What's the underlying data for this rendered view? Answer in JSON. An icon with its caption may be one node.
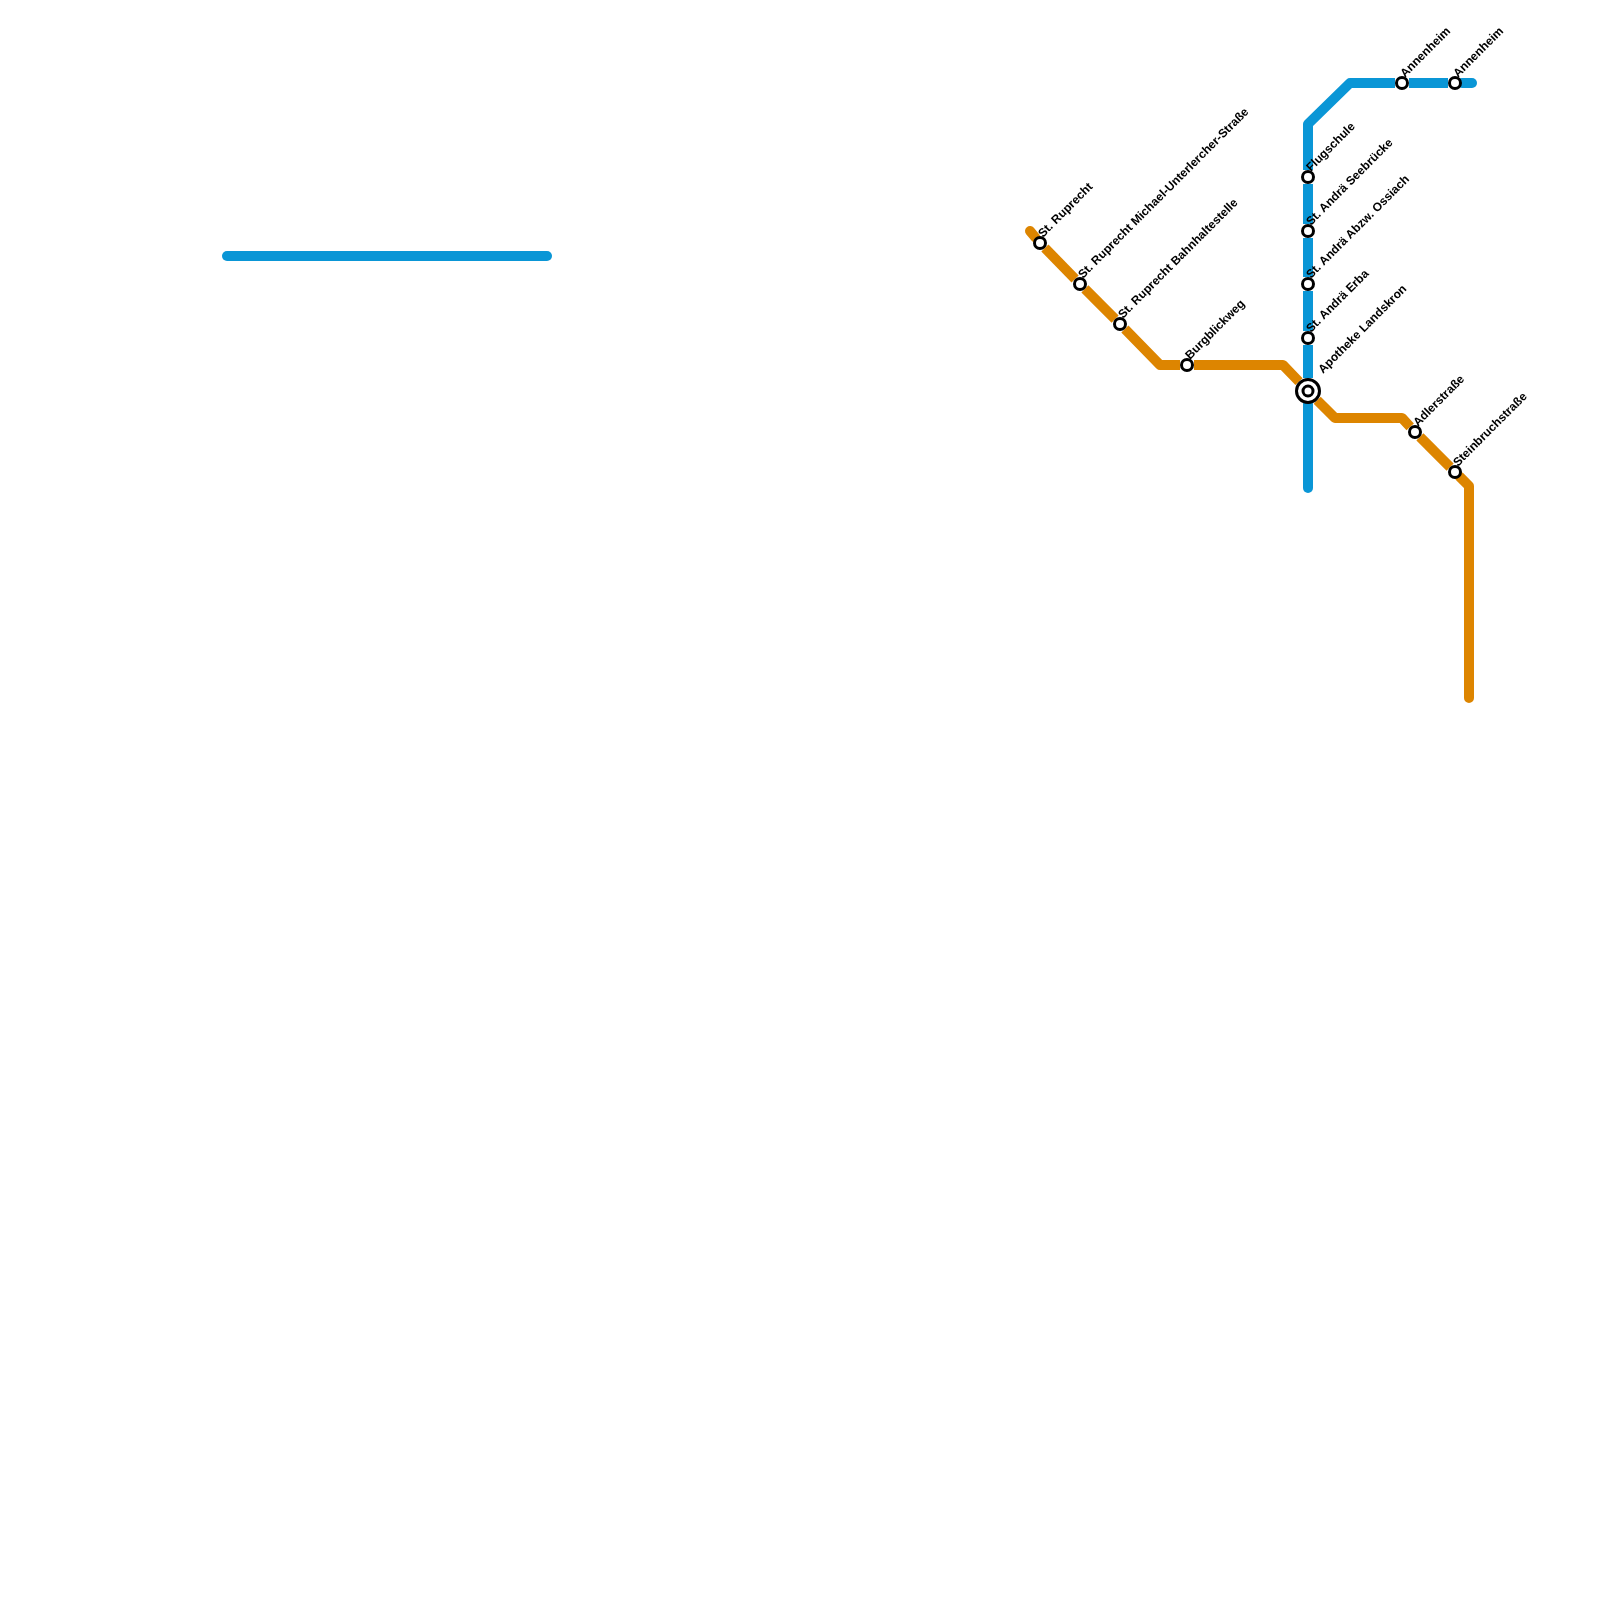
{
  "diagram": {
    "nodes": [
      {
        "text": [
          "St. Ruprecht"
        ]
      },
      {
        "text": [
          "St. Ruprecht Michael-Unterlercher-Straße"
        ]
      },
      {
        "text": [
          "St. Ruprecht Bahnhaltestelle"
        ]
      },
      {
        "text": [
          "Burgblickweg"
        ]
      },
      {
        "text": [
          "Apotheke Landskron"
        ]
      },
      {
        "text": [
          "Adlerstraße"
        ]
      },
      {
        "text": [
          "Steinbruchstraße"
        ]
      },
      {
        "text": [
          "St. Andrä Erba"
        ]
      },
      {
        "text": [
          "St. Andrä Abzw. Ossiach"
        ]
      },
      {
        "text": [
          "St. Andrä Seebrücke"
        ]
      },
      {
        "text": [
          "Flugschule"
        ]
      },
      {
        "text": [
          "Annenheim"
        ]
      },
      {
        "text": [
          "Annenheim"
        ]
      }
    ],
    "edges": [
      {
        "from": null,
        "to": 0,
        "arrow": "none",
        "color": "#dd8500"
      },
      {
        "from": 0,
        "to": 1,
        "arrow": "none",
        "color": "#dd8500"
      },
      {
        "from": 1,
        "to": 2,
        "arrow": "none",
        "color": "#dd8500"
      },
      {
        "from": 2,
        "to": 3,
        "arrow": "none",
        "color": "#dd8500"
      },
      {
        "from": 3,
        "to": 4,
        "arrow": "none",
        "color": "#dd8500"
      },
      {
        "from": 4,
        "to": 5,
        "arrow": "none",
        "color": "#dd8500"
      },
      {
        "from": 5,
        "to": 6,
        "arrow": "none",
        "color": "#dd8500"
      },
      {
        "from": 6,
        "to": null,
        "arrow": "none",
        "color": "#dd8500"
      },
      {
        "from": null,
        "to": 4,
        "arrow": "none",
        "color": "#0a96d6"
      },
      {
        "from": 4,
        "to": 7,
        "arrow": "none",
        "color": "#0a96d6"
      },
      {
        "from": 7,
        "to": 8,
        "arrow": "none",
        "color": "#0a96d6"
      },
      {
        "from": 8,
        "to": 9,
        "arrow": "none",
        "color": "#0a96d6"
      },
      {
        "from": 9,
        "to": 10,
        "arrow": "none",
        "color": "#0a96d6"
      },
      {
        "from": 10,
        "to": 11,
        "arrow": "none",
        "color": "#0a96d6"
      },
      {
        "from": 11,
        "to": 12,
        "arrow": "none",
        "color": "#0a96d6"
      },
      {
        "from": 12,
        "to": null,
        "arrow": "none",
        "color": "#0a96d6"
      }
    ]
  }
}
